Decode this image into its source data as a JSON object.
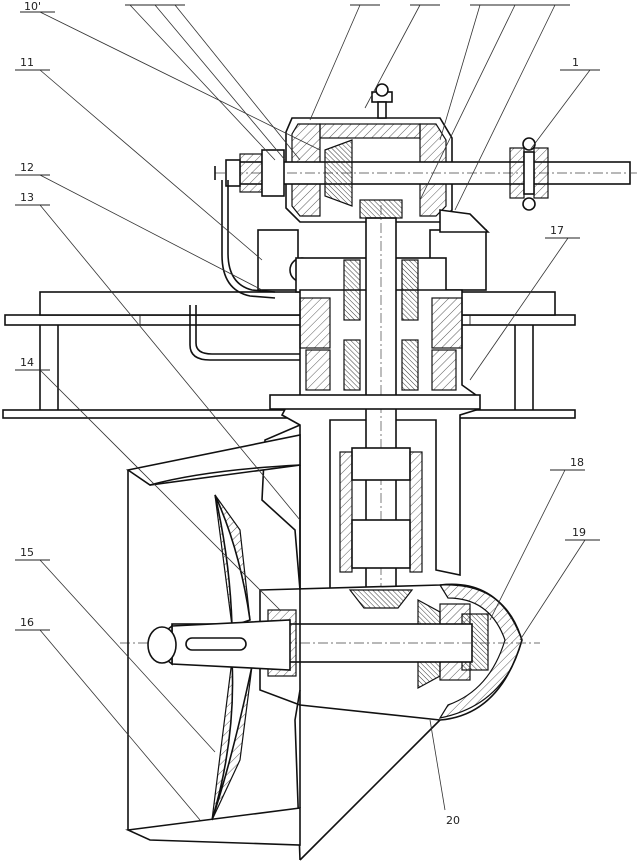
{
  "figure": {
    "callouts": [
      {
        "id": "c1",
        "text": "1"
      },
      {
        "id": "c10",
        "text": "10'"
      },
      {
        "id": "c11",
        "text": "11"
      },
      {
        "id": "c12",
        "text": "12"
      },
      {
        "id": "c13",
        "text": "13"
      },
      {
        "id": "c14",
        "text": "14"
      },
      {
        "id": "c15",
        "text": "15"
      },
      {
        "id": "c16",
        "text": "16"
      },
      {
        "id": "c17",
        "text": "17"
      },
      {
        "id": "c18",
        "text": "18"
      },
      {
        "id": "c19",
        "text": "19"
      },
      {
        "id": "c20",
        "text": "20"
      }
    ]
  }
}
